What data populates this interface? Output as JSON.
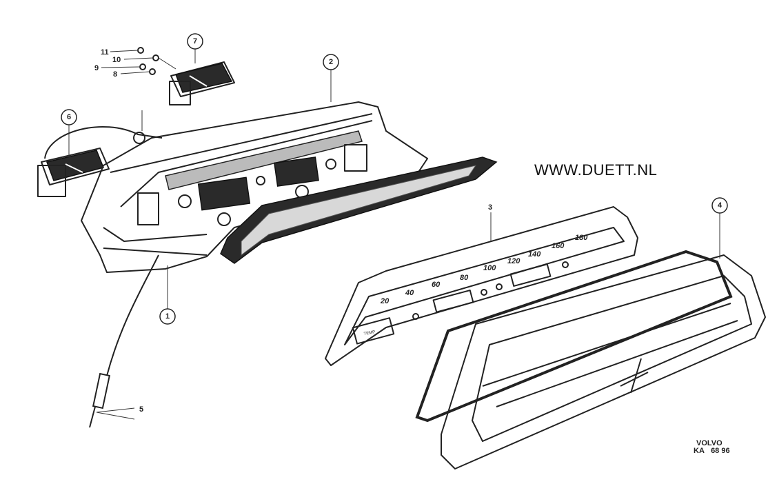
{
  "website": "WWW.DUETT.NL",
  "stamp": {
    "brand": "VOLVO",
    "code_prefix": "KA",
    "code": "68 96"
  },
  "callouts": {
    "c1": "1",
    "c2": "2",
    "c3": "3",
    "c4": "4",
    "c5": "5",
    "c6": "6",
    "c7": "7",
    "c8": "8",
    "c9": "9",
    "c10": "10",
    "c11": "11"
  },
  "speedometer_scale": [
    "20",
    "40",
    "60",
    "80",
    "100",
    "120",
    "140",
    "160",
    "180"
  ],
  "gauge_label": "TEMP"
}
